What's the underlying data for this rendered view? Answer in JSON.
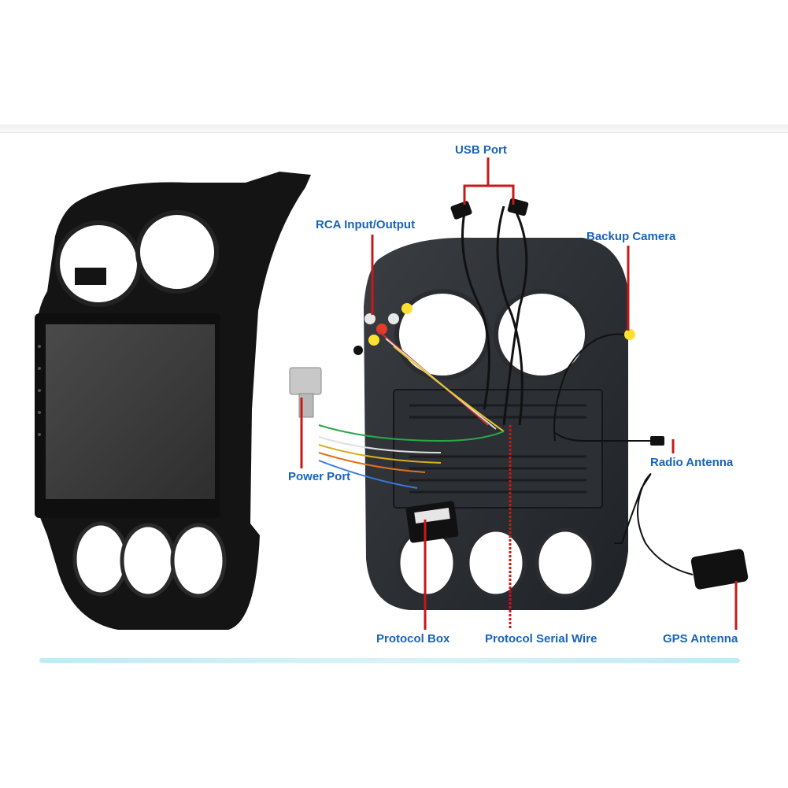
{
  "labels": {
    "usb_port": "USB Port",
    "rca_io": "RCA Input/Output",
    "backup_camera": "Backup Camera",
    "radio_antenna": "Radio Antenna",
    "power_port": "Power Port",
    "protocol_box": "Protocol Box",
    "protocol_serial_wire": "Protocol Serial Wire",
    "gps_antenna": "GPS Antenna"
  },
  "colors": {
    "label_text": "#1a63b8",
    "leader_line": "#c81818",
    "frame": "#141414",
    "screen": "#3a3a3a",
    "band": "#c3ecf7"
  }
}
